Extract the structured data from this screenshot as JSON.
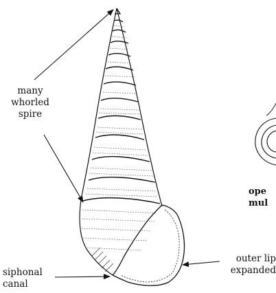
{
  "labels": {
    "spire": "many\nwhorled\nspire",
    "siphonal_canal": "siphonal\ncanal",
    "outer_lip": "outer lip\nexpanded",
    "operculum": "ope\nmul"
  }
}
